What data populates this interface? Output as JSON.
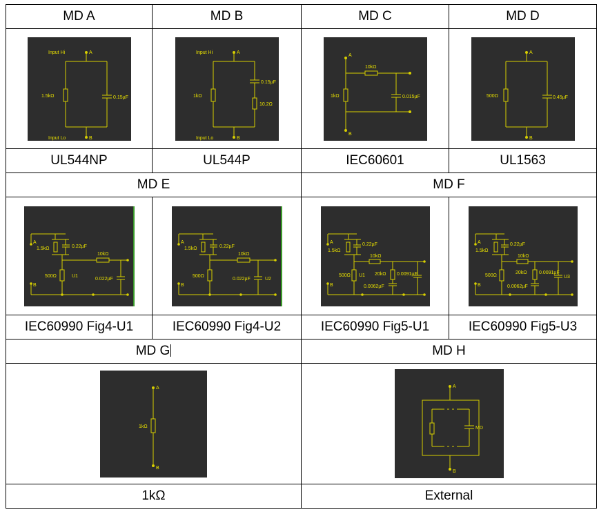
{
  "row1": {
    "headers": [
      "MD A",
      "MD B",
      "MD C",
      "MD D"
    ],
    "captions": [
      "UL544NP",
      "UL544P",
      "IEC60601",
      "UL1563"
    ]
  },
  "row2": {
    "headers": [
      "MD E",
      "MD F"
    ],
    "captions": [
      "IEC60990 Fig4-U1",
      "IEC60990 Fig4-U2",
      "IEC60990 Fig5-U1",
      "IEC60990 Fig5-U3"
    ]
  },
  "row3": {
    "headers": [
      "MD G",
      "MD H"
    ],
    "captions": [
      "1kΩ",
      "External"
    ]
  },
  "circuits": {
    "a": {
      "top": "Input Hi",
      "bottom": "Input Lo",
      "node_a": "A",
      "node_b": "B",
      "r": "1.5kΩ",
      "c": "0.15µF"
    },
    "b": {
      "top": "Input Hi",
      "bottom": "Input Lo",
      "node_a": "A",
      "node_b": "B",
      "r": "1kΩ",
      "c": "0.15µF",
      "r2": "10.2Ω"
    },
    "c": {
      "node_a": "A",
      "node_b": "B",
      "r": "1kΩ",
      "r2": "10kΩ",
      "c": "0.015µF"
    },
    "d": {
      "node_a": "A",
      "node_b": "B",
      "r": "500Ω",
      "c": "0.45µF"
    },
    "e1": {
      "node_a": "A",
      "node_b": "B",
      "r1": "1.5kΩ",
      "c1": "0.22µF",
      "r2": "10kΩ",
      "r3": "500Ω",
      "c2": "0.022µF",
      "u": "U1"
    },
    "e2": {
      "node_a": "A",
      "node_b": "B",
      "r1": "1.5kΩ",
      "c1": "0.22µF",
      "r2": "10kΩ",
      "r3": "500Ω",
      "c2": "0.022µF",
      "u": "U2"
    },
    "f1": {
      "node_a": "A",
      "node_b": "B",
      "r1": "1.5kΩ",
      "c1": "0.22µF",
      "r2": "10kΩ",
      "r3": "500Ω",
      "r4": "20kΩ",
      "c2": "0.0062µF",
      "c3": "0.0091µF",
      "u": "U1"
    },
    "f3": {
      "node_a": "A",
      "node_b": "B",
      "r1": "1.5kΩ",
      "c1": "0.22µF",
      "r2": "10kΩ",
      "r3": "500Ω",
      "r4": "20kΩ",
      "c2": "0.0062µF",
      "c3": "0.0091µF",
      "u": "U3"
    },
    "g": {
      "node_a": "A",
      "node_b": "B",
      "r": "1kΩ"
    },
    "h": {
      "node_a": "A",
      "node_b": "B",
      "md": "MD"
    }
  }
}
